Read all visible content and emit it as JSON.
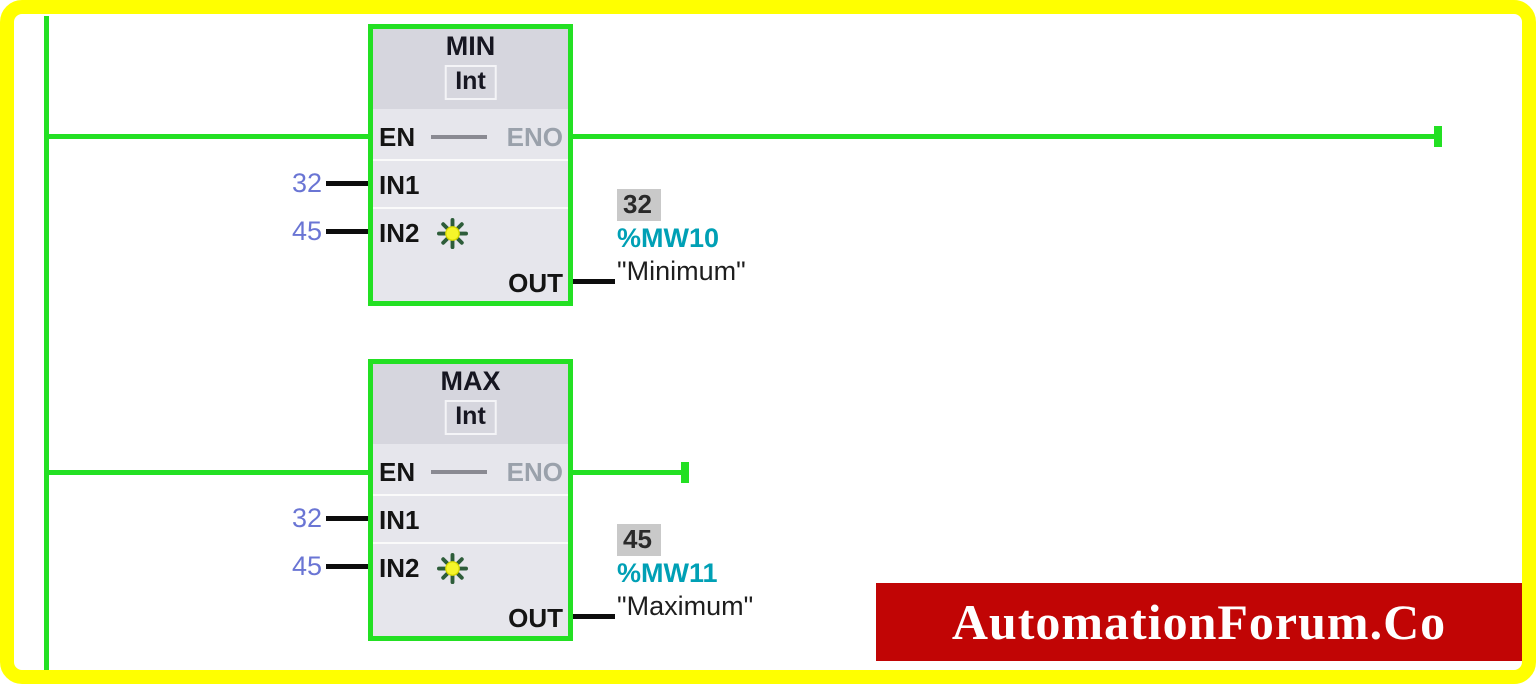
{
  "colors": {
    "frame_yellow": "#ffff00",
    "wire_green": "#23e023",
    "stub_black": "#0d0d0d",
    "block_fill": "#e6e6ec",
    "block_header": "#d6d6de",
    "literal_blue": "#6a75d4",
    "address_teal": "#00a0b5",
    "monitor_chip_gray": "#c9c9c9",
    "watermark_red": "#c10505"
  },
  "blocks": [
    {
      "title": "MIN",
      "type": "Int",
      "pins": {
        "en": "EN",
        "eno": "ENO",
        "in1": "IN1",
        "in2": "IN2",
        "out": "OUT"
      },
      "in1_value": "32",
      "in2_value": "45",
      "out_monitor": "32",
      "out_address": "%MW10",
      "out_symbol": "\"Minimum\""
    },
    {
      "title": "MAX",
      "type": "Int",
      "pins": {
        "en": "EN",
        "eno": "ENO",
        "in1": "IN1",
        "in2": "IN2",
        "out": "OUT"
      },
      "in1_value": "32",
      "in2_value": "45",
      "out_monitor": "45",
      "out_address": "%MW11",
      "out_symbol": "\"Maximum\""
    }
  ],
  "watermark": {
    "text": "AutomationForum.Co"
  }
}
